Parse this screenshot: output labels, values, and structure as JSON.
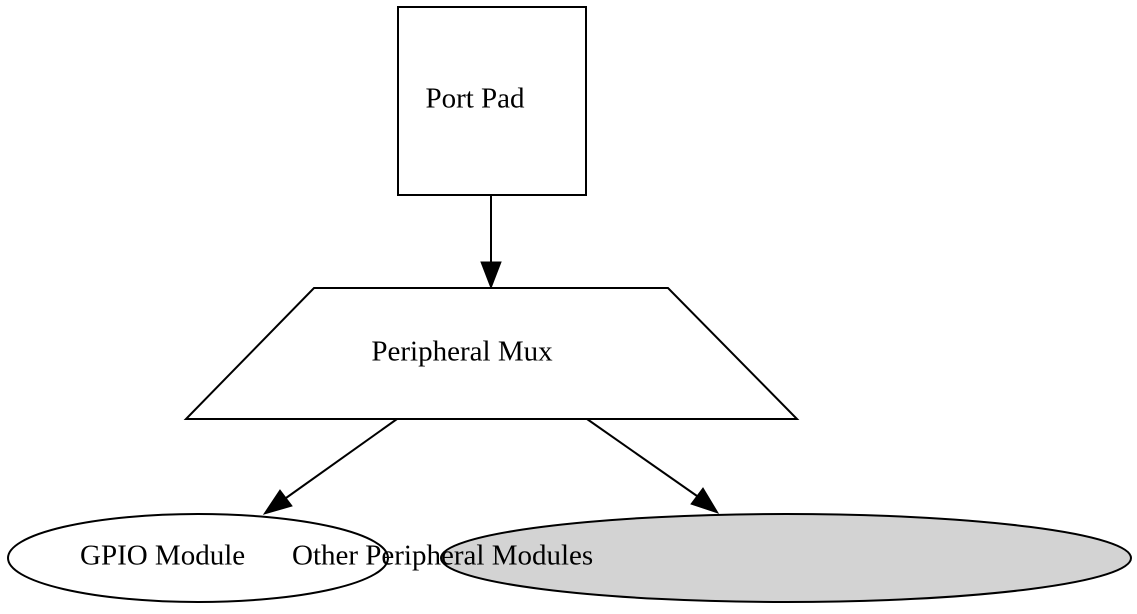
{
  "diagram": {
    "nodes": {
      "port_pad": {
        "label": "Port Pad",
        "shape": "box",
        "fill": "#ffffff"
      },
      "peripheral_mux": {
        "label": "Peripheral Mux",
        "shape": "trapezium",
        "fill": "#ffffff"
      },
      "gpio_module": {
        "label": "GPIO Module",
        "shape": "ellipse",
        "fill": "#ffffff"
      },
      "other_peripheral_modules": {
        "label": "Other Peripheral Modules",
        "shape": "ellipse",
        "fill": "#d3d3d3"
      }
    },
    "edges": [
      {
        "from": "port_pad",
        "to": "peripheral_mux"
      },
      {
        "from": "peripheral_mux",
        "to": "gpio_module"
      },
      {
        "from": "peripheral_mux",
        "to": "other_peripheral_modules"
      }
    ],
    "colors": {
      "stroke": "#000000",
      "background": "#ffffff"
    }
  }
}
